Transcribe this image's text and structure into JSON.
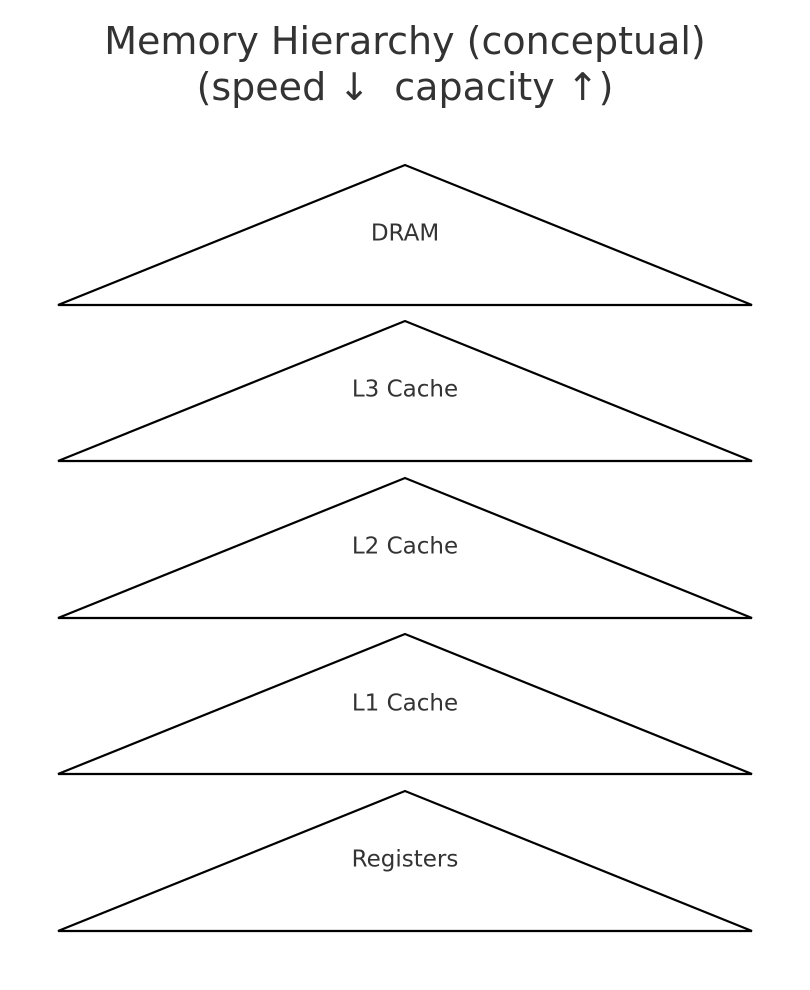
{
  "title": {
    "line1": "Memory Hierarchy (conceptual)",
    "line2": "(speed ↓  capacity ↑)"
  },
  "levels": [
    {
      "label": "DRAM"
    },
    {
      "label": "L3 Cache"
    },
    {
      "label": "L2 Cache"
    },
    {
      "label": "L1 Cache"
    },
    {
      "label": "Registers"
    }
  ],
  "colors": {
    "text": "#333333",
    "stroke": "#000000",
    "fill": "#ffffff"
  }
}
